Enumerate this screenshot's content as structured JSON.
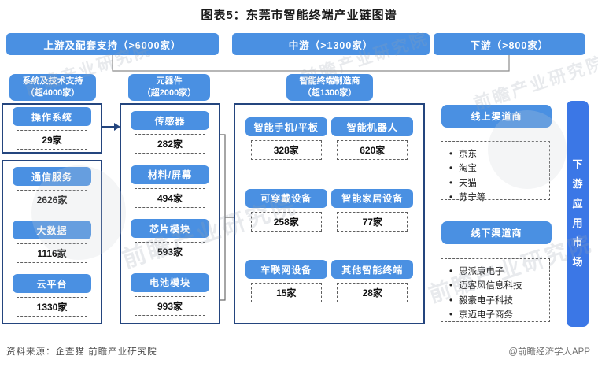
{
  "title": "图表5：东莞市智能终端产业链图谱",
  "stages": [
    {
      "label": "上游及配套支持（>6000家）"
    },
    {
      "label": "中游（>1300家）"
    },
    {
      "label": "下游（>800家）"
    }
  ],
  "groups": [
    {
      "line1": "系统及技术支持",
      "line2": "（超4000家）"
    },
    {
      "line1": "元器件",
      "line2": "（超2000家）"
    },
    {
      "line1": "智能终端制造商",
      "line2": "（超1300家）"
    }
  ],
  "system": {
    "box1": {
      "items": [
        {
          "name": "操作系统",
          "count": "29家"
        }
      ]
    },
    "box2": {
      "items": [
        {
          "name": "通信服务",
          "count": "2626家"
        },
        {
          "name": "大数据",
          "count": "1116家"
        },
        {
          "name": "云平台",
          "count": "1330家"
        }
      ]
    }
  },
  "components": {
    "items": [
      {
        "name": "传感器",
        "count": "282家"
      },
      {
        "name": "材料/屏幕",
        "count": "494家"
      },
      {
        "name": "芯片模块",
        "count": "593家"
      },
      {
        "name": "电池模块",
        "count": "993家"
      }
    ]
  },
  "manufacturers": {
    "items": [
      {
        "name": "智能手机/平板",
        "count": "328家"
      },
      {
        "name": "智能机器人",
        "count": "620家"
      },
      {
        "name": "可穿戴设备",
        "count": "258家"
      },
      {
        "name": "智能家居设备",
        "count": "77家"
      },
      {
        "name": "车联网设备",
        "count": "15家"
      },
      {
        "name": "其他智能终端",
        "count": "28家"
      }
    ]
  },
  "channels": {
    "online": {
      "header": "线上渠道商",
      "items": [
        "京东",
        "淘宝",
        "天猫",
        "苏宁等"
      ]
    },
    "offline": {
      "header": "线下渠道商",
      "items": [
        "思派康电子",
        "迈客风信息科技",
        "毅豪电子科技",
        "京迈电子商务"
      ]
    }
  },
  "downstream_bar": {
    "label": "下游应用市场"
  },
  "footer": {
    "source": "资料来源：企查猫 前瞻产业研究院",
    "credit": "@前瞻经济学人APP"
  },
  "watermark": {
    "text": "前瞻产业研究院"
  },
  "colors": {
    "primary_blue": "#4a90e2",
    "bar_blue": "#3b77e6",
    "navy_border": "#24457e",
    "connector_gray": "#8c8c8c"
  }
}
